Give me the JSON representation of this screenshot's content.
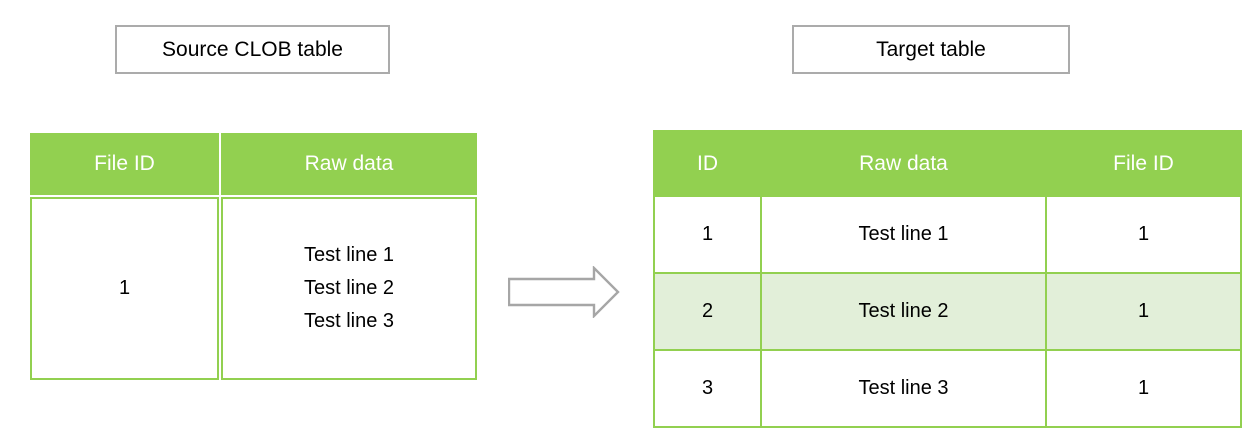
{
  "labels": {
    "source_caption": "Source CLOB table",
    "target_caption": "Target table"
  },
  "source_table": {
    "columns": [
      "File ID",
      "Raw data"
    ],
    "row": {
      "file_id": "1",
      "raw_data_lines": [
        "Test line 1",
        "Test line 2",
        "Test line 3"
      ]
    }
  },
  "target_table": {
    "columns": [
      "ID",
      "Raw data",
      "File ID"
    ],
    "rows": [
      [
        "1",
        "Test line 1",
        "1"
      ],
      [
        "2",
        "Test line 2",
        "1"
      ],
      [
        "3",
        "Test line 3",
        "1"
      ]
    ]
  },
  "icons": {
    "arrow": "right-block-arrow"
  },
  "colors": {
    "header_green": "#92d050",
    "band_light_green": "#e2efd9",
    "border_gray": "#ababab",
    "arrow_gray": "#a6a6a6",
    "header_text": "#ffffff",
    "body_text": "#000000",
    "background": "#ffffff"
  }
}
